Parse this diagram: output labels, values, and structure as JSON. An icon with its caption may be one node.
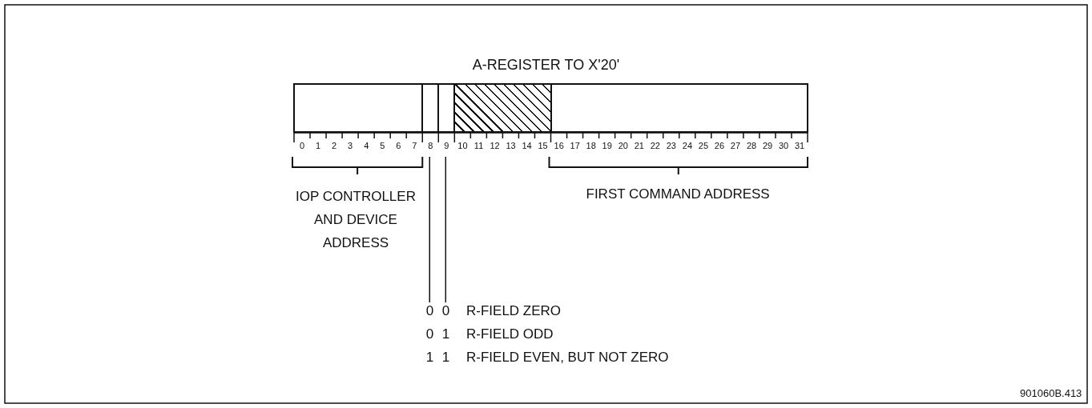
{
  "diagram": {
    "title": "A-REGISTER TO X'20'",
    "nodes": [
      {
        "text": [],
        "shape": "box"
      },
      {
        "text": [],
        "shape": "box"
      },
      {
        "text": [],
        "shape": "box"
      },
      {
        "text": [],
        "shape": "box"
      },
      {
        "text": [],
        "shape": "box"
      }
    ],
    "labels": [
      "0",
      "1",
      "2",
      "3",
      "4",
      "5",
      "6",
      "7",
      "8",
      "9",
      "10",
      "11",
      "12",
      "13",
      "14",
      "15",
      "16",
      "17",
      "18",
      "19",
      "20",
      "21",
      "22",
      "23",
      "24",
      "25",
      "26",
      "27",
      "28",
      "29",
      "30",
      "31",
      "IOP CONTROLLER AND DEVICE ADDRESS",
      "FIRST COMMAND ADDRESS",
      "0",
      "0",
      "R-FIELD ZERO",
      "0",
      "1",
      "R-FIELD ODD",
      "1",
      "1",
      "R-FIELD EVEN, BUT NOT ZERO",
      "901060B.413"
    ]
  }
}
